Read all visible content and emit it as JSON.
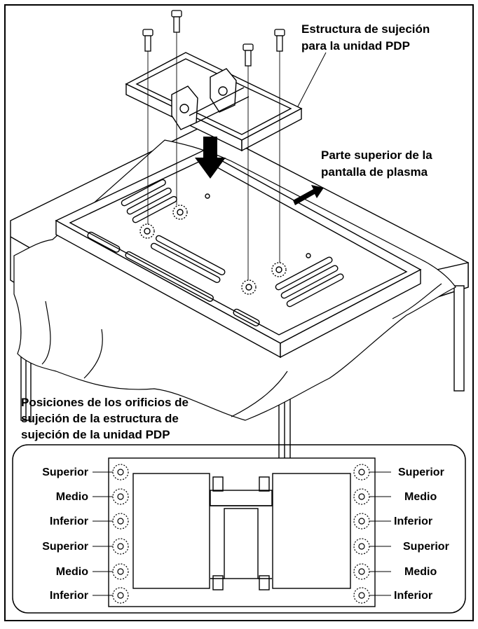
{
  "callouts": {
    "bracket_title_line1": "Estructura de sujeción",
    "bracket_title_line2": "para la unidad PDP",
    "top_side_line1": "Parte superior de la",
    "top_side_line2": "pantalla de plasma",
    "positions_line1": "Posiciones de los orificios de",
    "positions_line2": "sujeción de la estructura de",
    "positions_line3": "sujeción de la unidad PDP"
  },
  "hole_labels": {
    "left": [
      "Superior",
      "Medio",
      "Inferior",
      "Superior",
      "Medio",
      "Inferior"
    ],
    "right": [
      "Superior",
      "Medio",
      "Inferior",
      "Superior",
      "Medio",
      "Inferior"
    ]
  },
  "colors": {
    "line": "#000000",
    "background": "#ffffff",
    "arrow": "#000000"
  }
}
